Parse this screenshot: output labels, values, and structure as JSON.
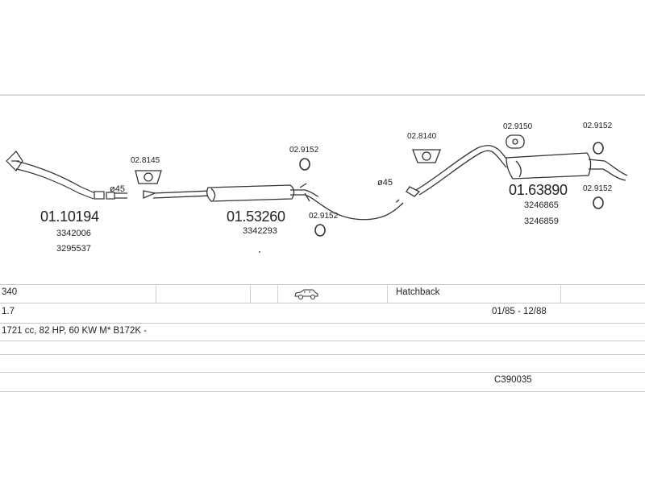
{
  "parts": {
    "front_pipe": {
      "code": "01.10194",
      "refs": [
        "3342006",
        "3295537"
      ]
    },
    "front_clamp_angle": "ø45",
    "mount_1": "02.8145",
    "middle_silencer": {
      "code": "01.53260",
      "refs": [
        "3342293"
      ]
    },
    "ring_mid_top": "02.9152",
    "ring_mid_bottom": "02.9152",
    "tail_clamp_angle": "ø45",
    "mount_2": "02.8140",
    "mount_3": "02.9150",
    "rear_silencer": {
      "code": "01.63890",
      "refs": [
        "3246865",
        "3246859"
      ]
    },
    "ring_rear_top": "02.9152",
    "ring_rear_side": "02.9152"
  },
  "table": {
    "row1": {
      "model": "340",
      "body": "Hatchback",
      "icon": "car-side-icon"
    },
    "row2": {
      "engine": "1.7",
      "period": "01/85 - 12/88"
    },
    "row3": {
      "spec": "1721 cc, 82 HP, 60 KW M* B172K -"
    },
    "row5": {
      "catalog": "C390035"
    }
  }
}
